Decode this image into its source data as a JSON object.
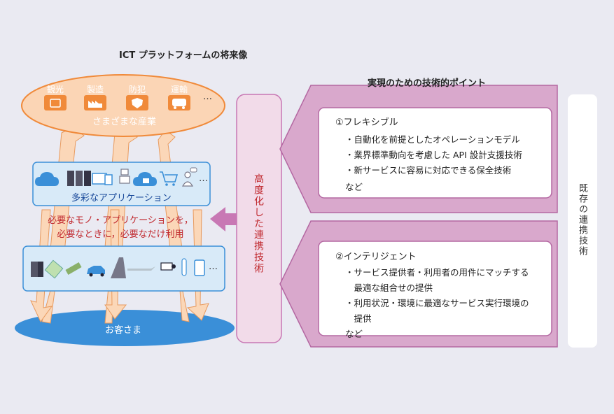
{
  "left": {
    "title": "ICT プラットフォームの将来像",
    "industries": {
      "items": [
        "観光",
        "製造",
        "防犯",
        "運輸"
      ],
      "more": "…",
      "caption": "さまざまな産業"
    },
    "apps": {
      "caption": "多彩なアプリケーション",
      "more": "…"
    },
    "tagline": [
      "必要なモノ・アプリケーションを，",
      "必要なときに，必要なだけ利用"
    ],
    "things": {
      "more": "…"
    },
    "customers": "お客さま"
  },
  "center": {
    "label": "高度化した連携技術"
  },
  "right": {
    "title": "実現のための技術的ポイント",
    "panels": [
      {
        "heading": "①フレキシブル",
        "items": [
          [
            "・自動化を前提としたオペレーションモデル"
          ],
          [
            "・業界標準動向を考慮した API 設計支援技術"
          ],
          [
            "・新サービスに容易に対応できる保全技術"
          ]
        ],
        "etc": "など"
      },
      {
        "heading": "②インテリジェント",
        "items": [
          [
            "・サービス提供者・利用者の用件にマッチする",
            "　最適な組合せの提供"
          ],
          [
            "・利用状況・環境に最適なサービス実行環境の",
            "　提供"
          ]
        ],
        "etc": "など"
      }
    ],
    "existing": "既存の連携技術"
  },
  "colors": {
    "orange": "#f08a3a",
    "blue": "#3a8fd8",
    "purple": "#c878b4",
    "red_text": "#c0282e"
  }
}
